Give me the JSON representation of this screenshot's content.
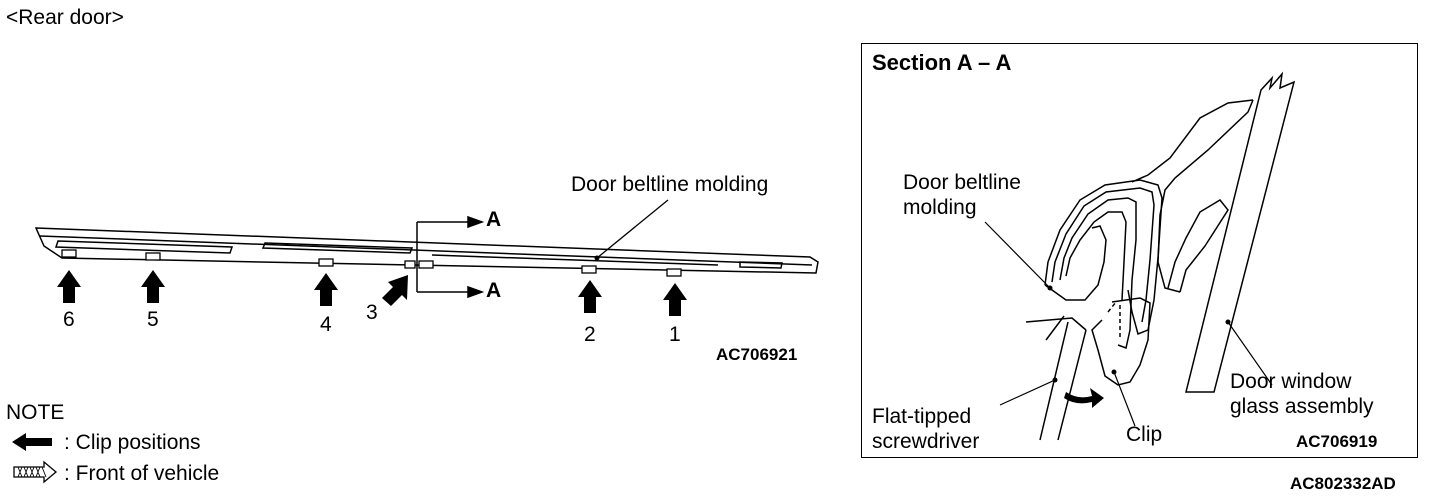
{
  "title": "<Rear door>",
  "molding_label": "Door beltline molding",
  "section_marks": [
    "A",
    "A"
  ],
  "clip_numbers": [
    "1",
    "2",
    "3",
    "4",
    "5",
    "6"
  ],
  "left_code": "AC706921",
  "section": {
    "title": "Section A – A",
    "molding_label_line1": "Door beltline",
    "molding_label_line2": "molding",
    "glass_label_line1": "Door window",
    "glass_label_line2": "glass assembly",
    "screwdriver_label_line1": "Flat-tipped",
    "screwdriver_label_line2": "screwdriver",
    "clip_label": "Clip",
    "code": "AC706919"
  },
  "note": {
    "heading": "NOTE",
    "clip_positions": ": Clip positions",
    "front_of_vehicle": ": Front of vehicle"
  },
  "figure_code": "AC802332AD"
}
